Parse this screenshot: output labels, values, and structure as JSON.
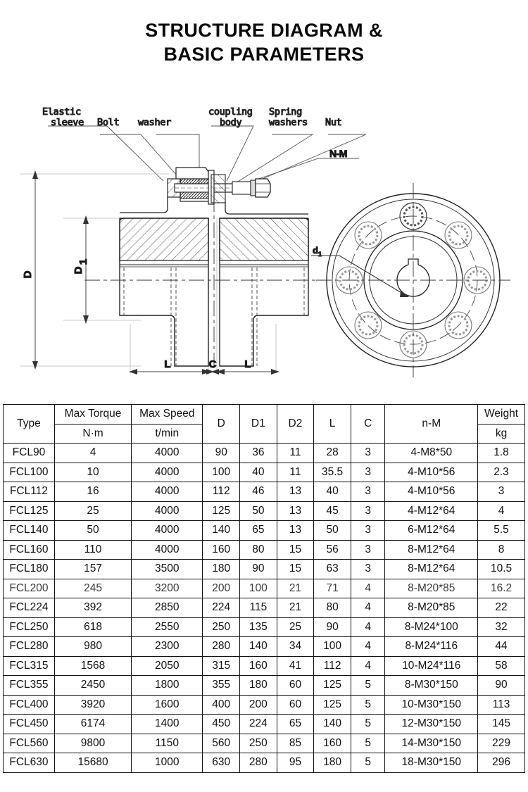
{
  "title": {
    "line1": "STRUCTURE DIAGRAM &",
    "line2": "BASIC PARAMETERS"
  },
  "diagram": {
    "callouts": [
      {
        "id": "elastic-sleeve",
        "line1": "Elastic",
        "line2": "sleeve"
      },
      {
        "id": "bolt",
        "line1": "Bolt",
        "line2": ""
      },
      {
        "id": "washer",
        "line1": "washer",
        "line2": ""
      },
      {
        "id": "coupling-body",
        "line1": "coupling",
        "line2": "body"
      },
      {
        "id": "spring-washers",
        "line1": "Spring",
        "line2": "washers"
      },
      {
        "id": "nut",
        "line1": "Nut",
        "line2": ""
      }
    ],
    "nm_label": "N-M",
    "dim_D": "D",
    "dim_D1": "D",
    "dim_D1_sub": "1",
    "dim_L_left": "L",
    "dim_C": "C",
    "dim_L_right": "L",
    "end_view_label": "d",
    "end_view_label_sub": "1",
    "bolt_hole_count": 8
  },
  "table": {
    "headers": {
      "type": "Type",
      "max_torque": "Max Torque",
      "max_torque_unit": "N·m",
      "max_speed": "Max Speed",
      "max_speed_unit": "t/min",
      "d": "D",
      "d1": "D1",
      "d2": "D2",
      "l": "L",
      "c": "C",
      "nm": "n-M",
      "weight": "Weight",
      "weight_unit": "kg"
    },
    "rows": [
      {
        "type": "FCL90",
        "max_torque": "4",
        "max_speed": "4000",
        "d": "90",
        "d1": "36",
        "d2": "11",
        "l": "28",
        "c": "3",
        "nm": "4-M8*50",
        "weight": "1.8"
      },
      {
        "type": "FCL100",
        "max_torque": "10",
        "max_speed": "4000",
        "d": "100",
        "d1": "40",
        "d2": "11",
        "l": "35.5",
        "c": "3",
        "nm": "4-M10*56",
        "weight": "2.3"
      },
      {
        "type": "FCL112",
        "max_torque": "16",
        "max_speed": "4000",
        "d": "112",
        "d1": "46",
        "d2": "13",
        "l": "40",
        "c": "3",
        "nm": "4-M10*56",
        "weight": "3"
      },
      {
        "type": "FCL125",
        "max_torque": "25",
        "max_speed": "4000",
        "d": "125",
        "d1": "50",
        "d2": "13",
        "l": "45",
        "c": "3",
        "nm": "4-M12*64",
        "weight": "4"
      },
      {
        "type": "FCL140",
        "max_torque": "50",
        "max_speed": "4000",
        "d": "140",
        "d1": "65",
        "d2": "13",
        "l": "50",
        "c": "3",
        "nm": "6-M12*64",
        "weight": "5.5"
      },
      {
        "type": "FCL160",
        "max_torque": "110",
        "max_speed": "4000",
        "d": "160",
        "d1": "80",
        "d2": "15",
        "l": "56",
        "c": "3",
        "nm": "8-M12*64",
        "weight": "8"
      },
      {
        "type": "FCL180",
        "max_torque": "157",
        "max_speed": "3500",
        "d": "180",
        "d1": "90",
        "d2": "15",
        "l": "63",
        "c": "3",
        "nm": "8-M12*64",
        "weight": "10.5"
      },
      {
        "type": "FCL200",
        "max_torque": "245",
        "max_speed": "3200",
        "d": "200",
        "d1": "100",
        "d2": "21",
        "l": "71",
        "c": "4",
        "nm": "8-M20*85",
        "weight": "16.2",
        "faded": true
      },
      {
        "type": "FCL224",
        "max_torque": "392",
        "max_speed": "2850",
        "d": "224",
        "d1": "115",
        "d2": "21",
        "l": "80",
        "c": "4",
        "nm": "8-M20*85",
        "weight": "22"
      },
      {
        "type": "FCL250",
        "max_torque": "618",
        "max_speed": "2550",
        "d": "250",
        "d1": "135",
        "d2": "25",
        "l": "90",
        "c": "4",
        "nm": "8-M24*100",
        "weight": "32"
      },
      {
        "type": "FCL280",
        "max_torque": "980",
        "max_speed": "2300",
        "d": "280",
        "d1": "140",
        "d2": "34",
        "l": "100",
        "c": "4",
        "nm": "8-M24*116",
        "weight": "44"
      },
      {
        "type": "FCL315",
        "max_torque": "1568",
        "max_speed": "2050",
        "d": "315",
        "d1": "160",
        "d2": "41",
        "l": "112",
        "c": "4",
        "nm": "10-M24*116",
        "weight": "58"
      },
      {
        "type": "FCL355",
        "max_torque": "2450",
        "max_speed": "1800",
        "d": "355",
        "d1": "180",
        "d2": "60",
        "l": "125",
        "c": "5",
        "nm": "8-M30*150",
        "weight": "90"
      },
      {
        "type": "FCL400",
        "max_torque": "3920",
        "max_speed": "1600",
        "d": "400",
        "d1": "200",
        "d2": "60",
        "l": "125",
        "c": "5",
        "nm": "10-M30*150",
        "weight": "113"
      },
      {
        "type": "FCL450",
        "max_torque": "6174",
        "max_speed": "1400",
        "d": "450",
        "d1": "224",
        "d2": "65",
        "l": "140",
        "c": "5",
        "nm": "12-M30*150",
        "weight": "145"
      },
      {
        "type": "FCL560",
        "max_torque": "9800",
        "max_speed": "1150",
        "d": "560",
        "d1": "250",
        "d2": "85",
        "l": "160",
        "c": "5",
        "nm": "14-M30*150",
        "weight": "229"
      },
      {
        "type": "FCL630",
        "max_torque": "15680",
        "max_speed": "1000",
        "d": "630",
        "d1": "280",
        "d2": "95",
        "l": "180",
        "c": "5",
        "nm": "18-M30*150",
        "weight": "296"
      }
    ]
  }
}
